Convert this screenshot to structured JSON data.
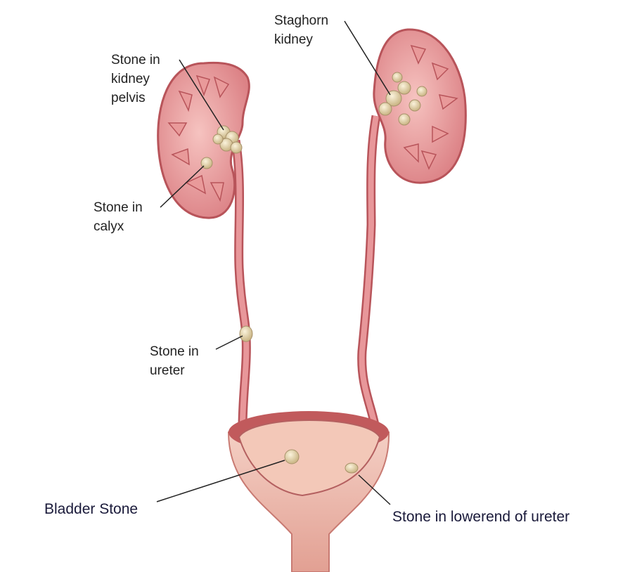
{
  "labels": {
    "staghorn": [
      "Staghorn",
      "kidney"
    ],
    "pelvis": [
      "Stone in",
      "kidney",
      "pelvis"
    ],
    "calyx": [
      "Stone in",
      "calyx"
    ],
    "ureter": [
      "Stone in",
      "ureter"
    ],
    "bladder": "Bladder Stone",
    "lower_ureter": "Stone in lowerend of ureter"
  },
  "colors": {
    "tissue": "#e8979a",
    "tissue_dark": "#b8545a",
    "stone": "#eadcb0",
    "bladder_inner": "#f2c2b4"
  }
}
